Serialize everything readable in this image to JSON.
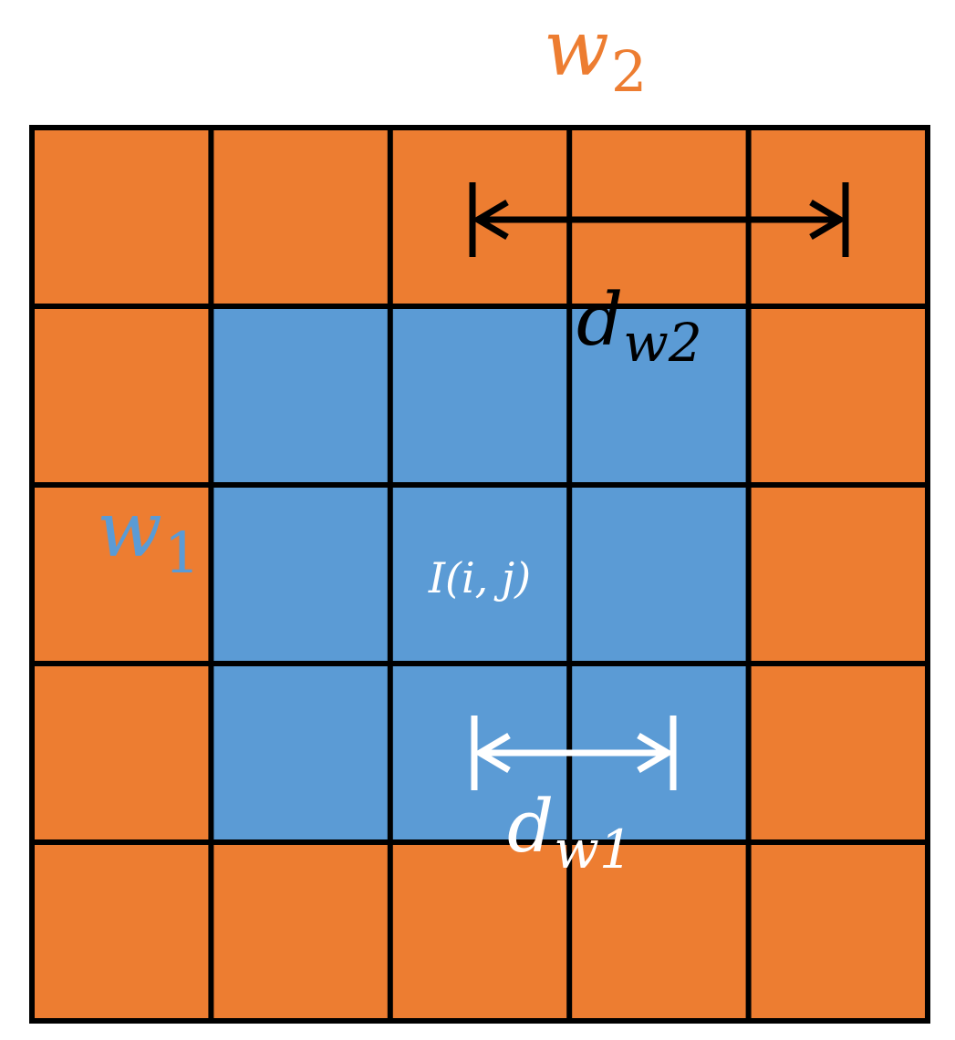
{
  "diagram": {
    "grid": {
      "rows": 5,
      "cols": 5,
      "inner_window_rows": [
        1,
        2,
        3
      ],
      "inner_window_cols": [
        1,
        2,
        3
      ],
      "center_cell": [
        2,
        2
      ]
    },
    "colors": {
      "outer_window": "#ED7D31",
      "inner_window": "#5B9BD5",
      "grid_lines": "#000000",
      "dw2_arrow": "#000000",
      "dw1_arrow": "#ffffff"
    },
    "labels": {
      "w2_main": "w",
      "w2_sub": "2",
      "w1_main": "w",
      "w1_sub": "1",
      "dw2_main": "d",
      "dw2_sub": "w2",
      "dw1_main": "d",
      "dw1_sub": "w1",
      "center": "I(i, j)"
    }
  }
}
